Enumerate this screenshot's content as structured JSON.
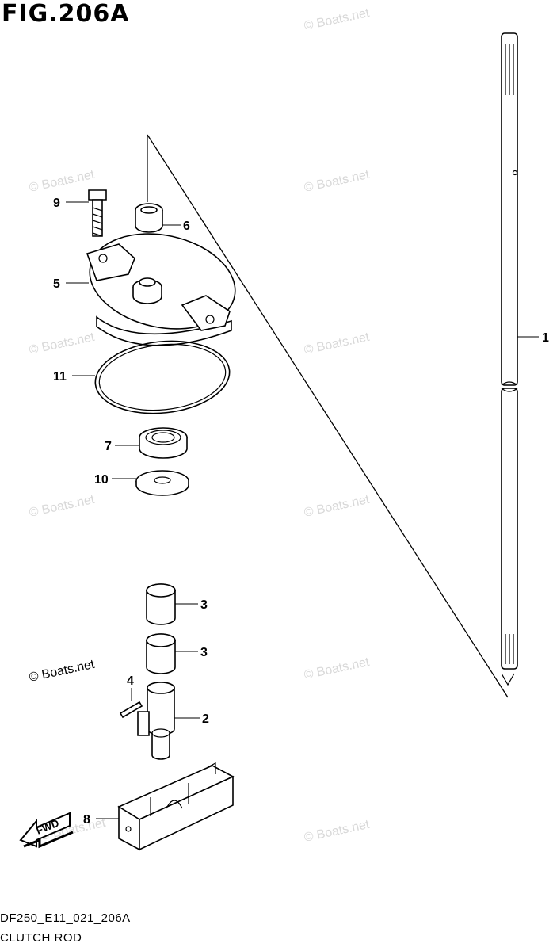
{
  "figure": {
    "title": "FIG.206A",
    "code": "DF250_E11_021_206A",
    "caption": "CLUTCH ROD"
  },
  "watermark": "© Boats.net",
  "fwd_label": "FWD",
  "callouts": [
    "1",
    "2",
    "3",
    "3",
    "4",
    "5",
    "6",
    "7",
    "8",
    "9",
    "10",
    "11"
  ]
}
